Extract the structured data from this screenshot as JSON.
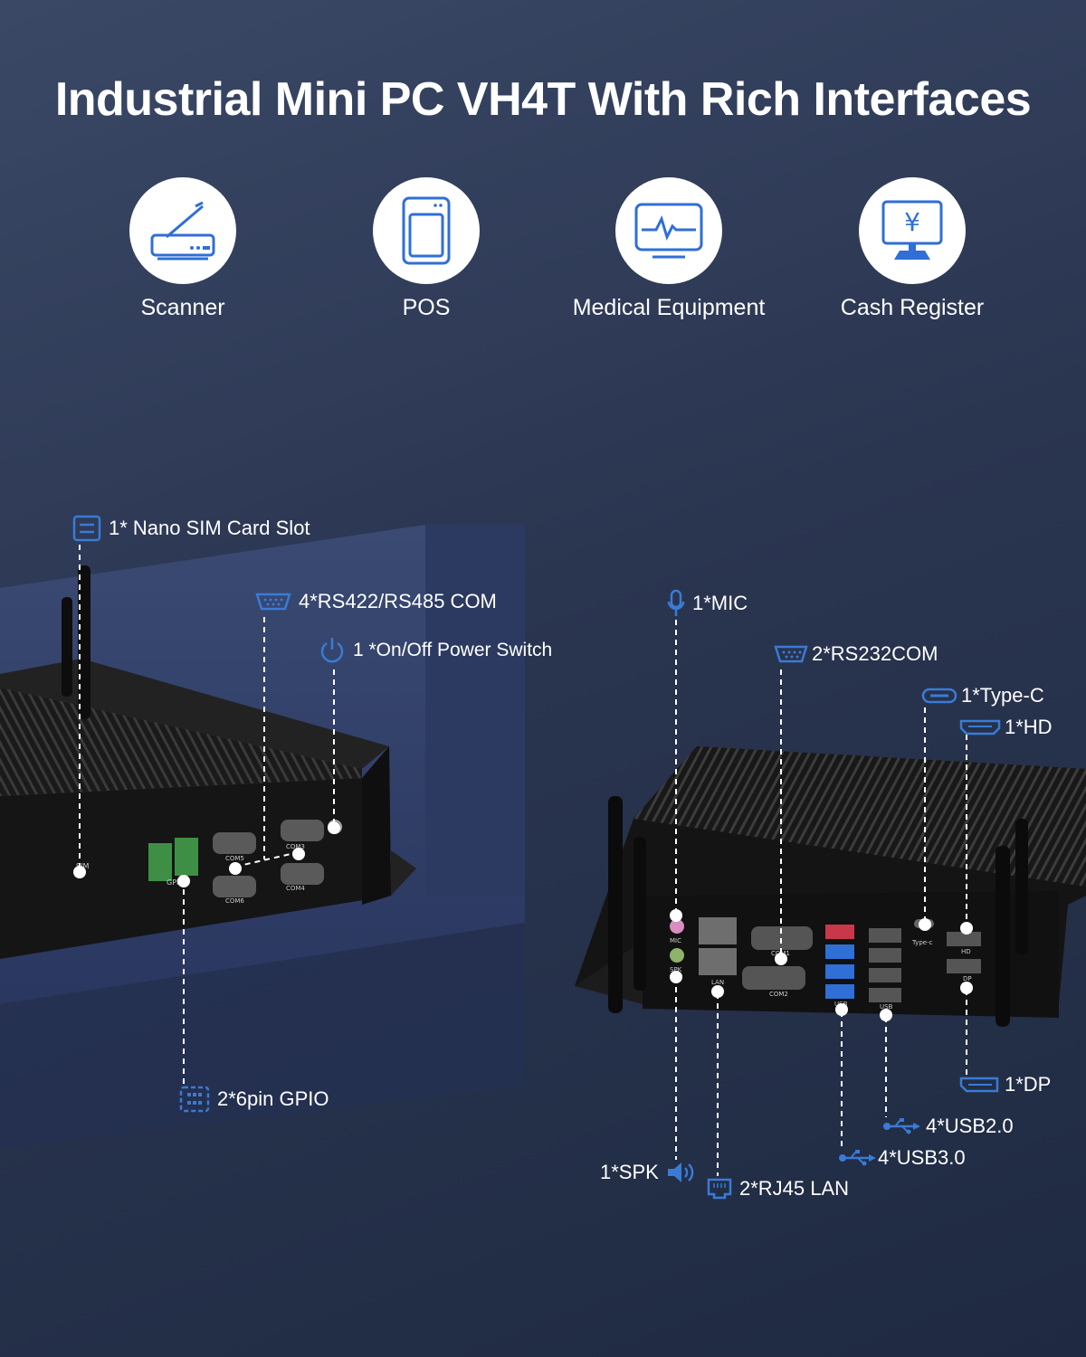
{
  "title": "Industrial Mini PC VH4T With Rich Interfaces",
  "applications": [
    {
      "label": "Scanner",
      "icon": "scanner-icon"
    },
    {
      "label": "POS",
      "icon": "pos-icon"
    },
    {
      "label": "Medical Equipment",
      "icon": "medical-monitor-icon"
    },
    {
      "label": "Cash Register",
      "icon": "cash-register-icon"
    }
  ],
  "callouts": {
    "sim": "1* Nano SIM Card Slot",
    "rs422": "4*RS422/RS485 COM",
    "power": "1 *On/Off Power Switch",
    "gpio": "2*6pin GPIO",
    "mic": "1*MIC",
    "rs232": "2*RS232COM",
    "typec": "1*Type-C",
    "hd": "1*HD",
    "dp": "1*DP",
    "usb2": "4*USB2.0",
    "usb3": "4*USB3.0",
    "spk": "1*SPK",
    "lan": "2*RJ45 LAN"
  },
  "port_labels": {
    "sim": "SIM",
    "gpio": "GPIO",
    "com5": "COM5",
    "com3": "COM3",
    "com6": "COM6",
    "com4": "COM4",
    "mic": "MIC",
    "spk": "SPK",
    "lan": "LAN",
    "com1": "COM1",
    "com2": "COM2",
    "usb": "USB",
    "usb_b": "USB",
    "typec": "Type-c",
    "hd": "HD",
    "dp": "DP"
  },
  "colors": {
    "accent": "#3a7bd5",
    "icon_blue": "#2f6fd6",
    "device": "#141414"
  }
}
